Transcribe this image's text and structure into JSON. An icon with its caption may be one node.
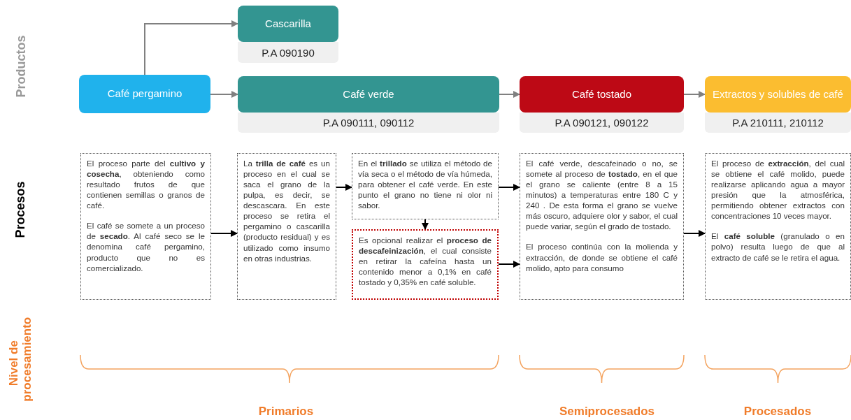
{
  "diagram": {
    "nodes": [
      {
        "text": [
          "Cascarilla"
        ],
        "beside": [
          "P.A 090190"
        ]
      },
      {
        "text": [
          "Café pergamino"
        ]
      },
      {
        "text": [
          "Café verde"
        ],
        "beside": [
          "P.A 090111, 090112"
        ]
      },
      {
        "text": [
          "Café tostado"
        ],
        "beside": [
          "P.A 090121, 090122"
        ]
      },
      {
        "text": [
          "Extractos y solubles de café"
        ],
        "beside": [
          "P.A 210111, 210112"
        ]
      },
      {
        "text": [
          "El proceso parte del **cultivo y cosecha**, obteniendo como resultado frutos de que contienen semillas o granos de café.",
          "El café se somete a un proceso de **secado**. Al café seco se le denomina café pergamino, producto que no es comercializado."
        ]
      },
      {
        "text": [
          "La **trilla de café** es un proceso en el cual se saca el grano de la pulpa, es decir, se descascara. En este proceso se retira el pergamino o cascarilla (producto residual) y es utilizado como insumo en otras industrias."
        ]
      },
      {
        "text": [
          "En el **trillado** se utiliza el método de vía seca o el método de vía húmeda, para obtener el café verde. En este punto el grano no tiene ni olor ni sabor."
        ]
      },
      {
        "text": [
          "Es opcional realizar el **proceso de descafeinización**, el cual consiste en retirar la cafeína hasta un contenido menor a 0,1% en café tostado y 0,35% en café soluble."
        ]
      },
      {
        "text": [
          "El café verde, descafeinado o no, se somete al proceso de **tostado**, en el que el grano se caliente (entre 8 a 15 minutos) a temperaturas entre 180 C y 240 . De esta forma el grano se vuelve más oscuro, adquiere olor y sabor, el cual puede variar, según el grado de tostado.",
          "El proceso continúa con la molienda y extracción, de donde se obtiene el café molido, apto para consumo"
        ]
      },
      {
        "text": [
          "El proceso de **extracción**, del cual se obtiene el café molido, puede realizarse aplicando agua a mayor presión que la atmosférica, permitiendo obtener extractos con concentraciones 10 veces mayor.",
          "El **café soluble** (granulado o en polvo) resulta luego de que al extracto de café se le retira el agua."
        ]
      }
    ],
    "edges": [
      {
        "from": 1,
        "to": 0,
        "arrow": "to",
        "color": "#808080"
      },
      {
        "from": 1,
        "to": 2,
        "arrow": "to",
        "color": "#808080"
      },
      {
        "from": 2,
        "to": 3,
        "arrow": "to",
        "color": "#808080"
      },
      {
        "from": 3,
        "to": 4,
        "arrow": "to",
        "color": "#808080"
      },
      {
        "from": 5,
        "to": 6,
        "arrow": "to"
      },
      {
        "from": 6,
        "to": 7,
        "arrow": "to"
      },
      {
        "from": 7,
        "to": 8,
        "arrow": "to"
      },
      {
        "from": 7,
        "to": 9,
        "arrow": "to"
      },
      {
        "from": 8,
        "to": 9,
        "arrow": "to"
      },
      {
        "from": 9,
        "to": 10,
        "arrow": "to"
      }
    ],
    "labels": [
      "Productos",
      "Procesos",
      "Nivel de procesamiento",
      "Primarios",
      "Semiprocesados",
      "Procesados"
    ]
  }
}
